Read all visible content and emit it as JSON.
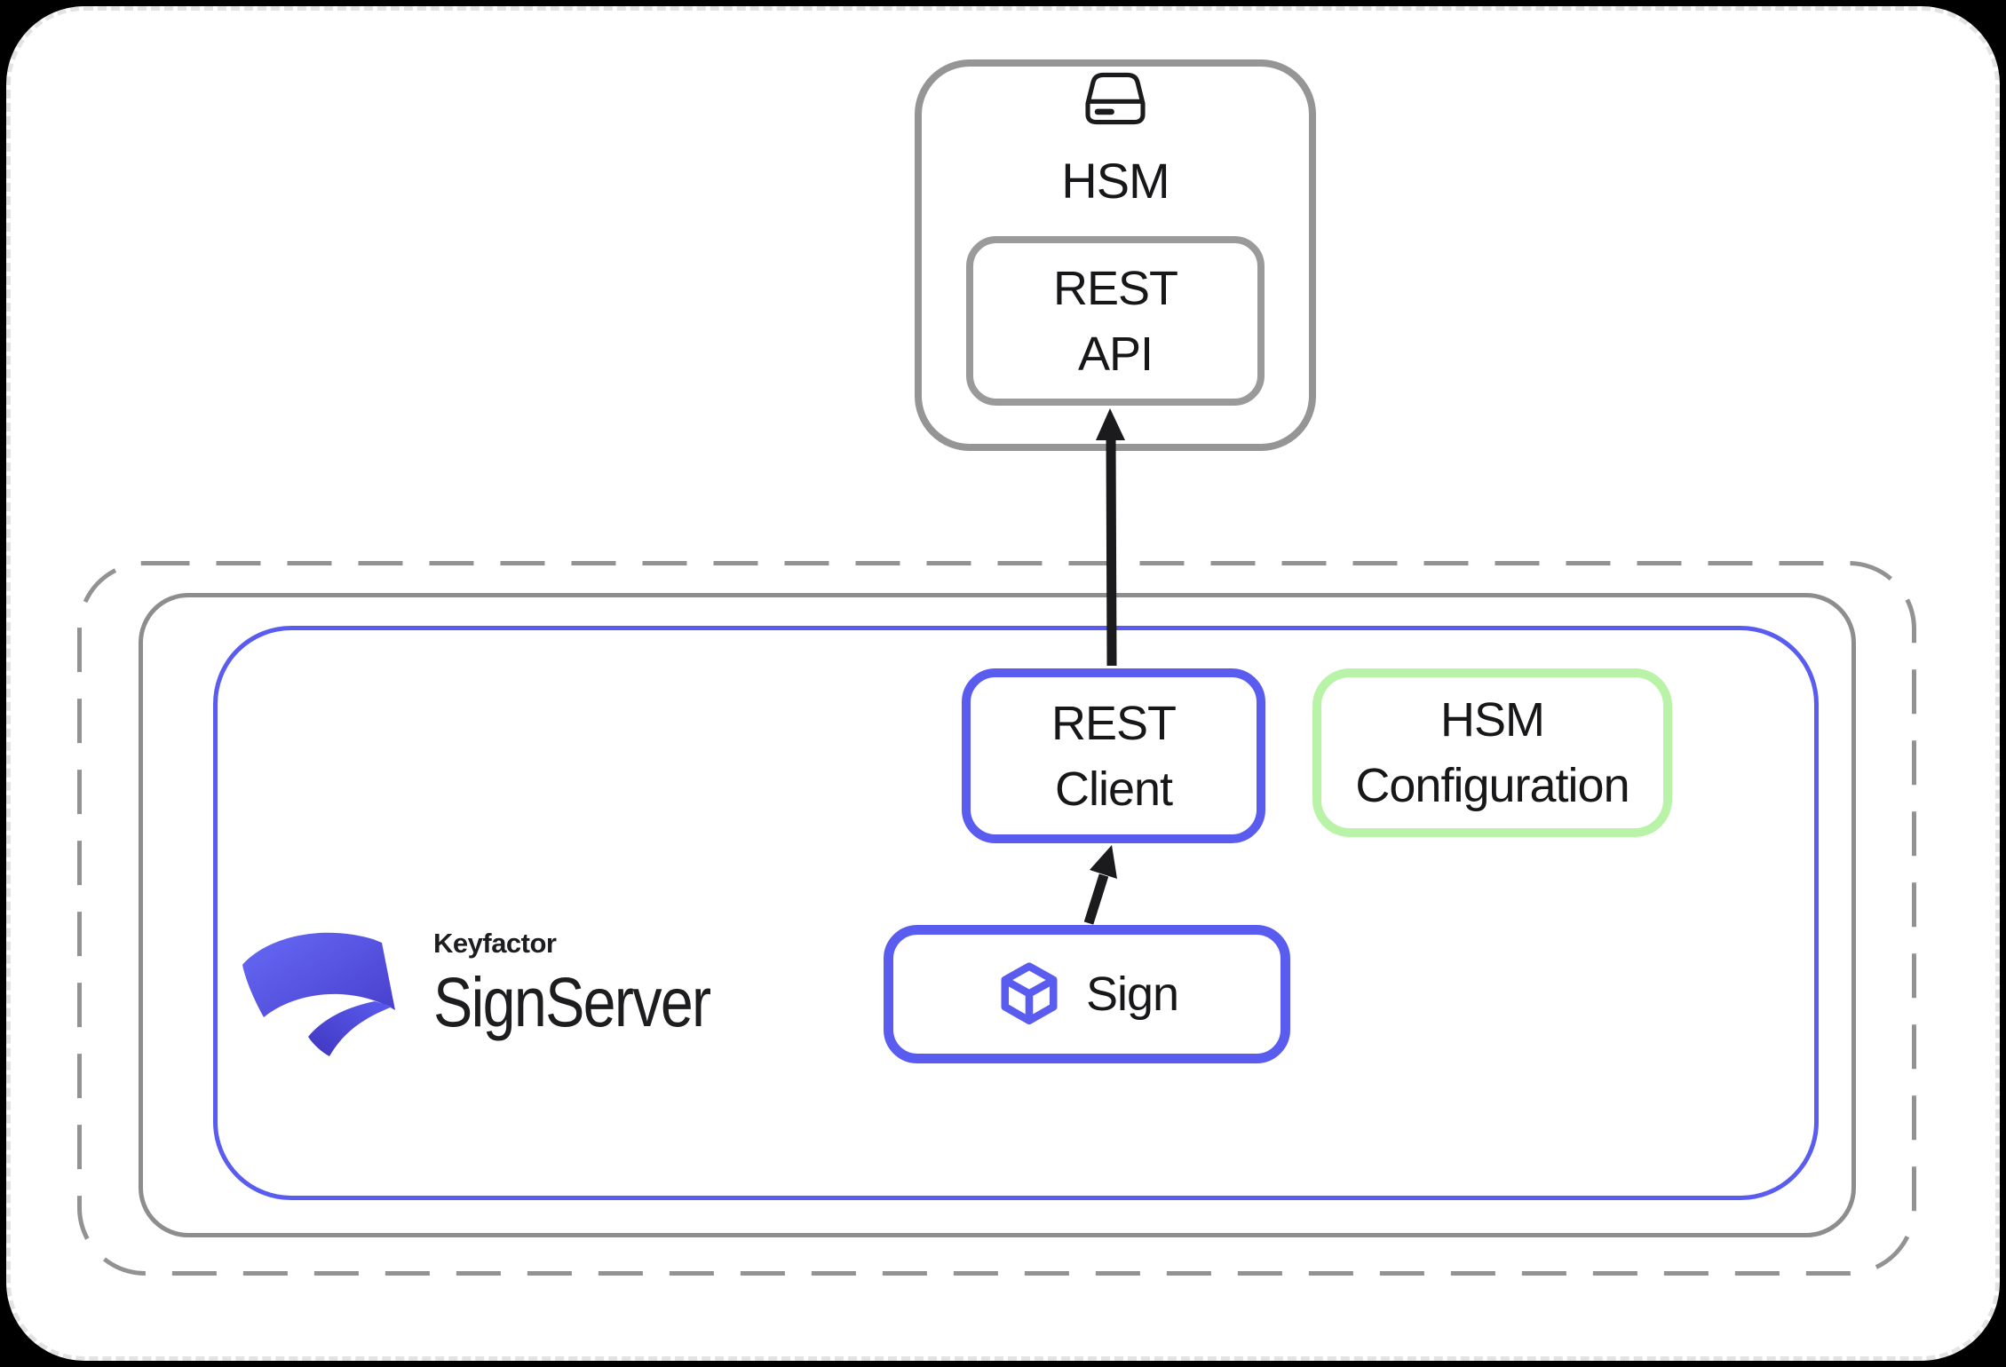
{
  "colors": {
    "background": "#000000",
    "surface": "#ffffff",
    "accent_blue": "#5a5cf0",
    "accent_green": "#b9f3a8",
    "outline_gray": "#929292",
    "arrow_black": "#1b1b1d",
    "text": "#17171a",
    "brand_gradient_start": "#666af6",
    "brand_gradient_end": "#4a42cf"
  },
  "hsm_unit": {
    "label": "HSM",
    "icon": "storage-drive-icon",
    "rest_api": {
      "line1": "REST",
      "line2": "API"
    }
  },
  "signserver_platform": {
    "brand": {
      "company": "Keyfactor",
      "product": "SignServer",
      "icon": "keyfactor-ribbon-mark"
    },
    "rest_client": {
      "line1": "REST",
      "line2": "Client"
    },
    "hsm_configuration": {
      "line1": "HSM",
      "line2": "Configuration"
    },
    "sign_worker": {
      "label": "Sign",
      "icon": "cube-icon"
    }
  },
  "arrows": [
    {
      "name": "sign-to-rest-client"
    },
    {
      "name": "rest-client-to-rest-api"
    }
  ]
}
